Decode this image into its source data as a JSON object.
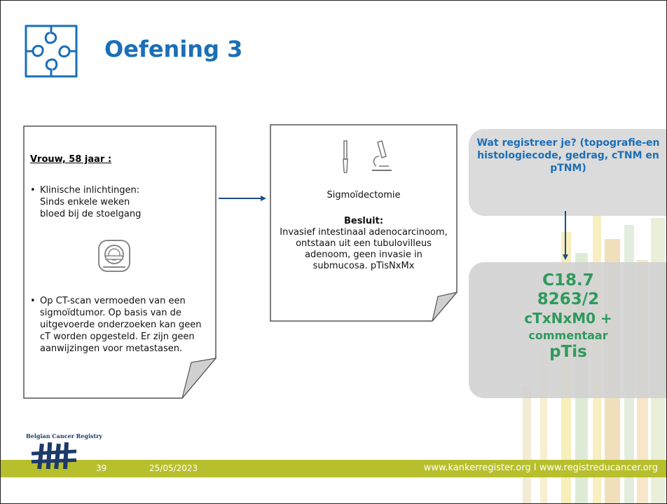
{
  "slide": {
    "title": "Oefening 3",
    "page_number": "39",
    "date": "25/05/2023",
    "footer_links": "www.kankerregister.org  I  www.registreducancer.org",
    "logo_text": "Belgian Cancer Registry",
    "colors": {
      "title": "#1a6fb8",
      "answer": "#2e9a5c",
      "footer": "#b7bf2c"
    }
  },
  "case_card": {
    "title": "Vrouw, 58 jaar",
    "title_suffix": " :",
    "bullet1": "Klinische inlichtingen:\n  Sinds enkele weken\n  bloed bij de stoelgang",
    "bullet2": "Op CT-scan vermoeden van een sigmoïdtumor. Op basis van de uitgevoerde onderzoeken kan geen cT worden opgesteld. Er zijn geen aanwijzingen voor metastasen.",
    "icon": "ct-scanner-icon"
  },
  "pathology_card": {
    "procedure": "Sigmoïdectomie",
    "label": "Besluit:",
    "text": "Invasief intestinaal adenocarcinoom, ontstaan uit een tubulovilleus adenoom, geen invasie in submucosa. pTisNxMx",
    "icons": [
      "scalpel-icon",
      "microscope-icon"
    ]
  },
  "question": {
    "text": "Wat registreer je? (topografie-en histologiecode, gedrag, cTNM en pTNM)"
  },
  "answer": {
    "line1": "C18.7",
    "line2": "8263/2",
    "line3": "cTxNxM0 +",
    "line4": "commentaar",
    "line5": "pTis"
  }
}
